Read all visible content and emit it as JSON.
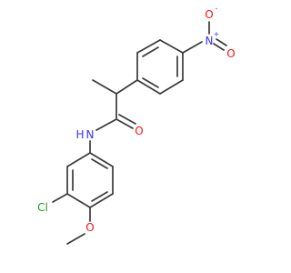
{
  "atoms": {
    "nitro_n": "N",
    "nitro_n_charge": "+",
    "nitro_o_single": "O",
    "nitro_o_single_charge": "-",
    "nitro_o_double": "O",
    "amide_o": "O",
    "amide_nh": "N",
    "amide_h": "H",
    "chlorine": "Cl",
    "methoxy_o": "O"
  },
  "colors": {
    "bond": "#3a3a3a",
    "nitrogen": "#3333ff",
    "oxygen": "#ff0d0d",
    "chlorine": "#1fa01f",
    "carbon_text": "#3a3a3a"
  }
}
